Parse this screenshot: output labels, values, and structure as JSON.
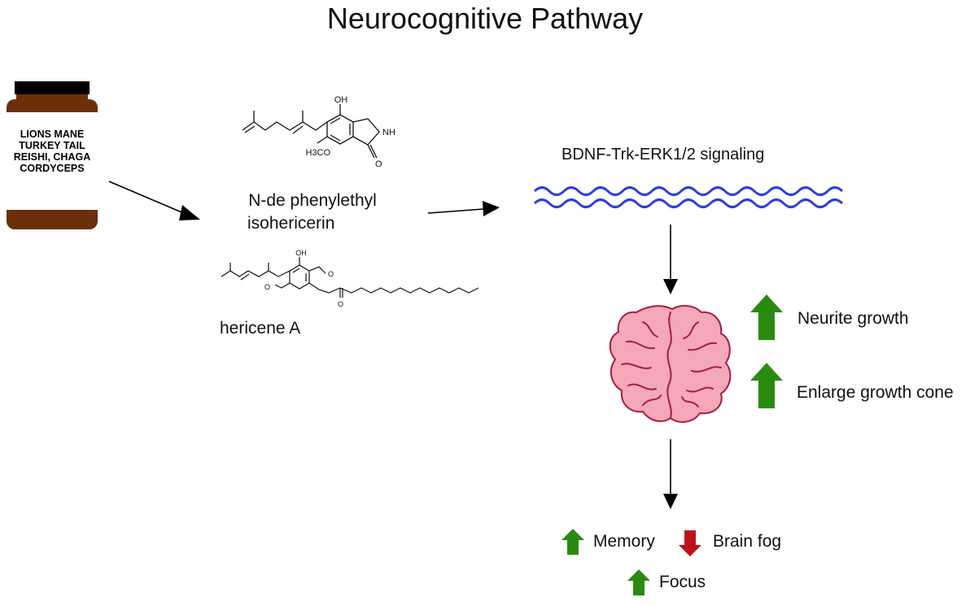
{
  "title": "Neurocognitive Pathway",
  "jar": {
    "lines": [
      "LIONS MANE",
      "TURKEY TAIL",
      "REISHI, CHAGA",
      "CORDYCEPS"
    ],
    "colors": {
      "body": "#6b300a",
      "label": "#ffffff",
      "cap": "#000000"
    }
  },
  "compounds": {
    "first": {
      "name_line1": "N-de phenylethyl",
      "name_line2": "isohericerin",
      "atoms": {
        "oh": "OH",
        "nh": "NH",
        "o": "O",
        "methoxy": "H3CO"
      }
    },
    "second": {
      "name": "hericene A",
      "atoms": {
        "oh": "OH",
        "o1": "O",
        "o2": "O",
        "o3": "O"
      }
    }
  },
  "signaling": {
    "label": "BDNF-Trk-ERK1/2 signaling",
    "color": "#2b3ee0"
  },
  "brain": {
    "fill": "#f4a8b8",
    "stroke": "#a81c46"
  },
  "effects": {
    "neurite": {
      "label": "Neurite growth",
      "direction": "up"
    },
    "growth_cone": {
      "label": "Enlarge growth cone",
      "direction": "up"
    }
  },
  "outcomes": {
    "memory": {
      "label": "Memory",
      "direction": "up"
    },
    "brain_fog": {
      "label": "Brain fog",
      "direction": "down"
    },
    "focus": {
      "label": "Focus",
      "direction": "up"
    }
  },
  "colors": {
    "up_arrow": "#2a8a10",
    "down_arrow": "#c0101c"
  }
}
